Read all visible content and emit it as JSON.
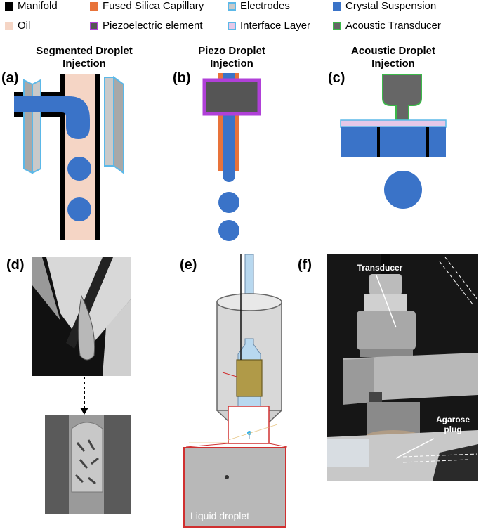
{
  "legend": {
    "items": [
      {
        "label": "Manifold",
        "color": "#000000",
        "border": "#000000"
      },
      {
        "label": "Fused Silica Capillary",
        "color": "#E8733A",
        "border": "#E8733A"
      },
      {
        "label": "Electrodes",
        "color": "#C9C9C9",
        "border": "#5BB8E8"
      },
      {
        "label": "Crystal Suspension",
        "color": "#3A73C8",
        "border": "#3A73C8"
      },
      {
        "label": "Oil",
        "color": "#F5D5C5",
        "border": "#F5D5C5"
      },
      {
        "label": "Piezoelectric element",
        "color": "#555555",
        "border": "#B040D8"
      },
      {
        "label": "Interface Layer",
        "color": "#E5C8E8",
        "border": "#5BB8E8"
      },
      {
        "label": "Acoustic Transducer",
        "color": "#666666",
        "border": "#3CB84A"
      }
    ]
  },
  "panels": {
    "a": {
      "label": "(a)",
      "title": "Segmented Droplet Injection"
    },
    "b": {
      "label": "(b)",
      "title": "Piezo Droplet Injection"
    },
    "c": {
      "label": "(c)",
      "title": "Acoustic Droplet Injection"
    },
    "d": {
      "label": "(d)"
    },
    "e": {
      "label": "(e)",
      "caption": "Liquid droplet"
    },
    "f": {
      "label": "(f)",
      "transducer": "Transducer",
      "agarose": "Agarose plug"
    }
  },
  "colors": {
    "manifold": "#000000",
    "capillary": "#E8733A",
    "electrode_fill": "#C9C9C9",
    "electrode_border": "#5BB8E8",
    "suspension": "#3A73C8",
    "oil": "#F5D5C5",
    "piezo_fill": "#555555",
    "piezo_border": "#B040D8",
    "interface": "#E5C8E8",
    "transducer_border": "#3CB84A",
    "inset_border": "#D03030"
  }
}
